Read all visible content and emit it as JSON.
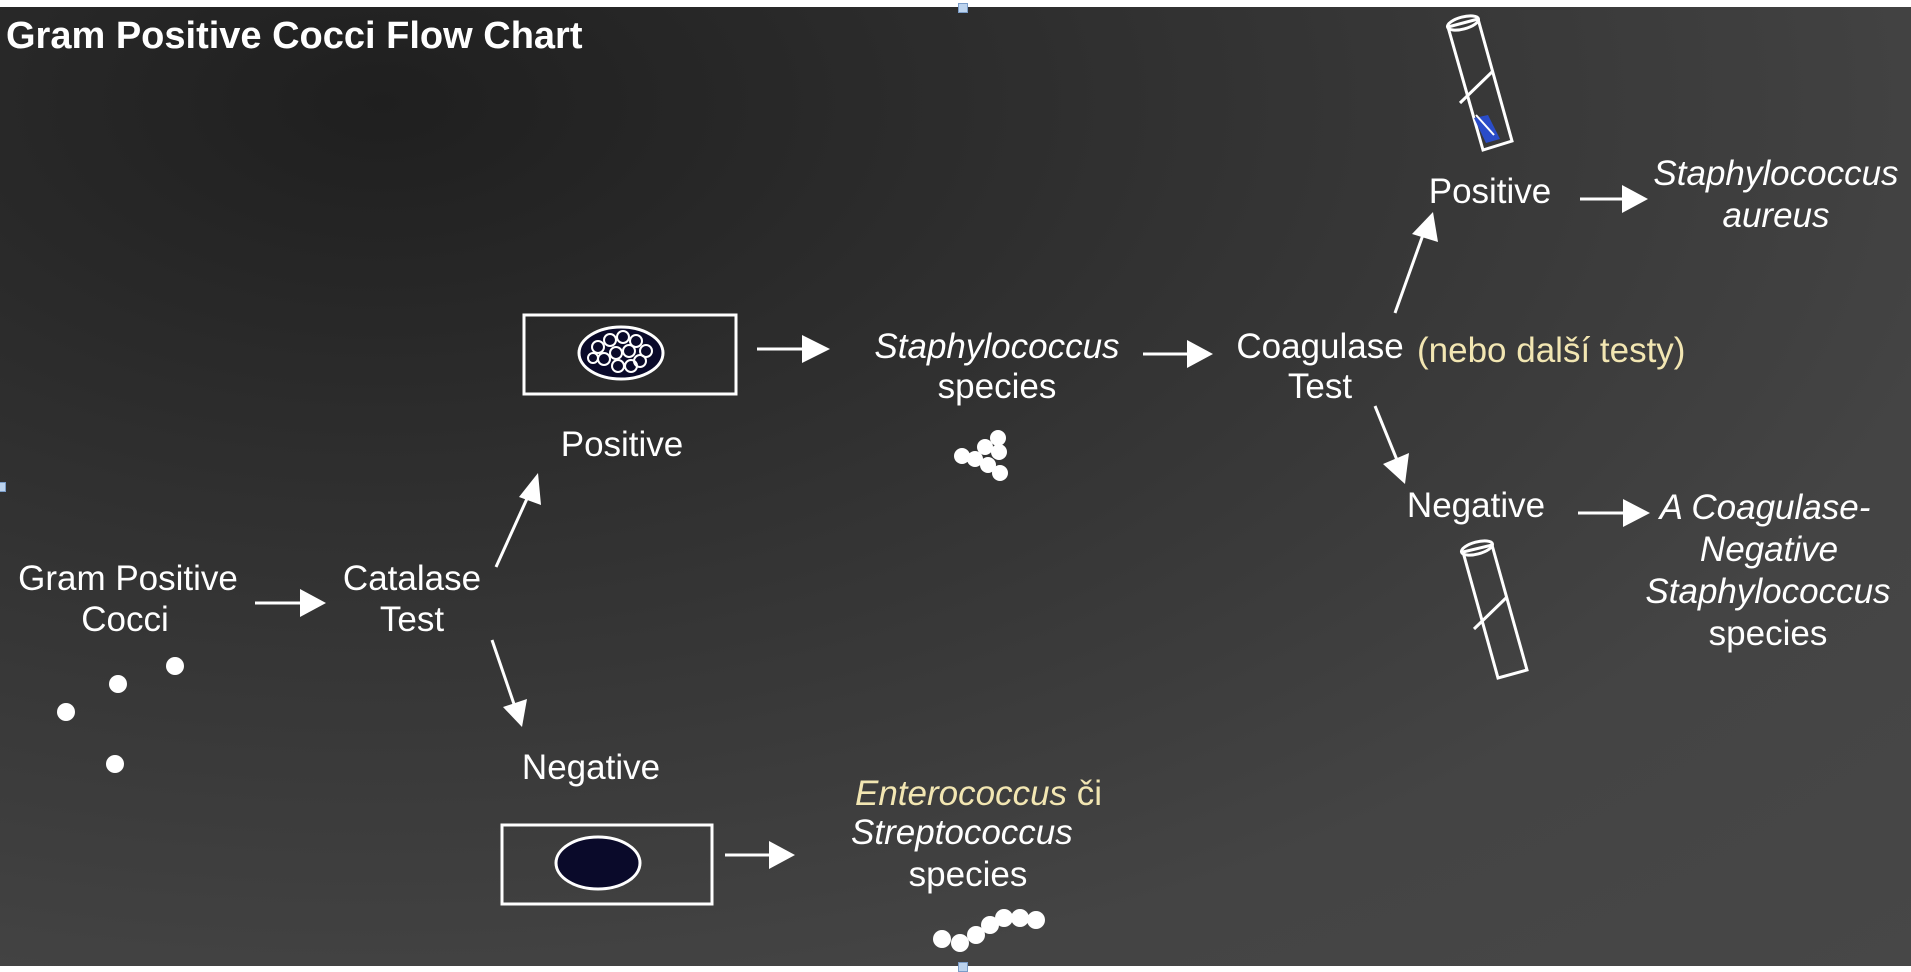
{
  "title": "Gram Positive Cocci Flow Chart",
  "start": {
    "line1": "Gram Positive",
    "line2": "Cocci"
  },
  "catalase": {
    "line1": "Catalase",
    "line2": "Test"
  },
  "catalase_positive": "Positive",
  "catalase_negative": "Negative",
  "staph": {
    "line1": "Staphylococcus",
    "line2": "species"
  },
  "coagulase": {
    "line1": "Coagulase",
    "line2": "Test",
    "note": "(nebo další testy)"
  },
  "coag_positive": "Positive",
  "coag_negative": "Negative",
  "aureus": {
    "line1": "Staphylococcus",
    "line2": "aureus"
  },
  "cons": {
    "line1": "A Coagulase-",
    "line2": "Negative",
    "line3": "Staphylococcus",
    "line4": "species"
  },
  "entero": {
    "line1a": "Enterococcus",
    "line1b": " či",
    "line2": "Streptococcus",
    "line3": "species"
  },
  "colors": {
    "background": "#3a3a3a",
    "text": "#ffffff",
    "highlight_text": "#f2e6b2",
    "tube_liquid": "#2a4cc8"
  },
  "icons": [
    "cocci-dots-icon",
    "staph-cluster-icon",
    "strep-chain-icon",
    "catalase-bubbles-slide-icon",
    "catalase-no-bubbles-slide-icon",
    "test-tube-clot-icon",
    "test-tube-no-clot-icon",
    "arrow-icon"
  ]
}
